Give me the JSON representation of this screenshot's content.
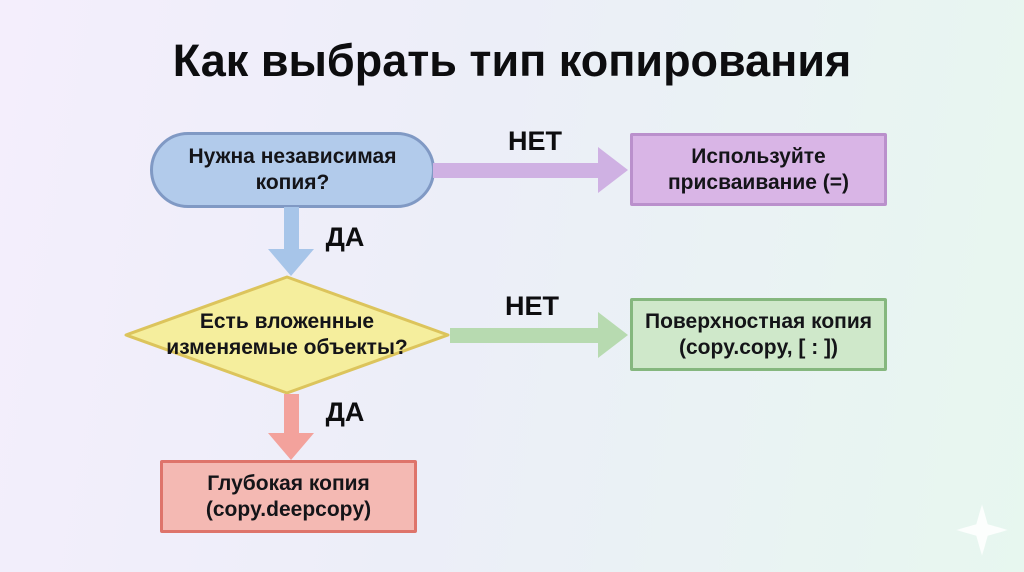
{
  "title": "Как выбрать тип копирования",
  "background": {
    "left_color": "#f4eefc",
    "mid_color": "#eceef8",
    "right_color": "#e7f7ef"
  },
  "flowchart": {
    "nodes": [
      {
        "name": "independent-copy-question",
        "shape": "stadium",
        "line1": "Нужна независимая",
        "line2": "копия?",
        "fill": "#b2cbeb",
        "border": "#8099c4"
      },
      {
        "name": "assignment-result",
        "shape": "rect",
        "line1": "Используйте",
        "line2": "присваивание (=)",
        "fill": "#d9b5e6",
        "border": "#ba90cc"
      },
      {
        "name": "nested-mutable-objects-question",
        "shape": "diamond",
        "line1": "Есть вложенные",
        "line2": "изменяемые объекты?",
        "fill": "#f5ee9d",
        "border": "#dcc45c"
      },
      {
        "name": "shallow-copy-result",
        "shape": "rect",
        "line1": "Поверхностная копия",
        "line2": "(copy.copy, [ : ])",
        "fill": "#cfe8ca",
        "border": "#85b77e"
      },
      {
        "name": "deep-copy-result",
        "shape": "rect",
        "line1": "Глубокая копия",
        "line2": "(copy.deepcopy)",
        "fill": "#f4b9b3",
        "border": "#de746b"
      }
    ],
    "edges": [
      {
        "label": "НЕТ",
        "direction": "right",
        "color": "#cfb1e3",
        "from": "independent-copy-question",
        "to": "assignment-result"
      },
      {
        "label": "ДА",
        "direction": "down",
        "color": "#a7c5e9",
        "from": "independent-copy-question",
        "to": "nested-mutable-objects-question"
      },
      {
        "label": "НЕТ",
        "direction": "right",
        "color": "#b7dab0",
        "from": "nested-mutable-objects-question",
        "to": "shallow-copy-result"
      },
      {
        "label": "ДА",
        "direction": "down",
        "color": "#f3a29c",
        "from": "nested-mutable-objects-question",
        "to": "deep-copy-result"
      }
    ]
  },
  "decoration": {
    "sparkle_color": "#ffffff"
  }
}
